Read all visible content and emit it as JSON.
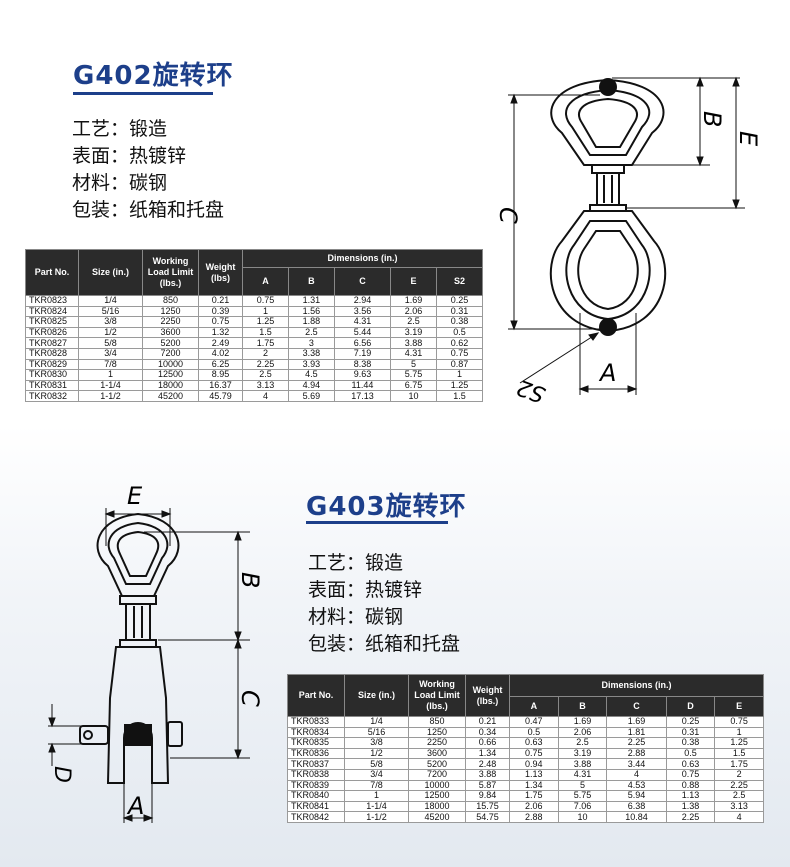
{
  "g402": {
    "title": "G402旋转环",
    "specs": [
      {
        "label": "工艺：",
        "value": "锻造"
      },
      {
        "label": "表面：",
        "value": "热镀锌"
      },
      {
        "label": "材料：",
        "value": "碳钢"
      },
      {
        "label": "包装：",
        "value": "纸箱和托盘"
      }
    ],
    "table": {
      "headers": {
        "part_no": "Part No.",
        "size": "Size (in.)",
        "wll": "Working Load Limit (lbs.)",
        "weight": "Weight (lbs)",
        "dimensions": "Dimensions (in.)",
        "dims": [
          "A",
          "B",
          "C",
          "E",
          "S2"
        ]
      },
      "rows": [
        [
          "TKR0823",
          "1/4",
          "850",
          "0.21",
          "0.75",
          "1.31",
          "2.94",
          "1.69",
          "0.25"
        ],
        [
          "TKR0824",
          "5/16",
          "1250",
          "0.39",
          "1",
          "1.56",
          "3.56",
          "2.06",
          "0.31"
        ],
        [
          "TKR0825",
          "3/8",
          "2250",
          "0.75",
          "1.25",
          "1.88",
          "4.31",
          "2.5",
          "0.38"
        ],
        [
          "TKR0826",
          "1/2",
          "3600",
          "1.32",
          "1.5",
          "2.5",
          "5.44",
          "3.19",
          "0.5"
        ],
        [
          "TKR0827",
          "5/8",
          "5200",
          "2.49",
          "1.75",
          "3",
          "6.56",
          "3.88",
          "0.62"
        ],
        [
          "TKR0828",
          "3/4",
          "7200",
          "4.02",
          "2",
          "3.38",
          "7.19",
          "4.31",
          "0.75"
        ],
        [
          "TKR0829",
          "7/8",
          "10000",
          "6.25",
          "2.25",
          "3.93",
          "8.38",
          "5",
          "0.87"
        ],
        [
          "TKR0830",
          "1",
          "12500",
          "8.95",
          "2.5",
          "4.5",
          "9.63",
          "5.75",
          "1"
        ],
        [
          "TKR0831",
          "1-1/4",
          "18000",
          "16.37",
          "3.13",
          "4.94",
          "11.44",
          "6.75",
          "1.25"
        ],
        [
          "TKR0832",
          "1-1/2",
          "45200",
          "45.79",
          "4",
          "5.69",
          "17.13",
          "10",
          "1.5"
        ]
      ]
    },
    "diagram_labels": {
      "B": "B",
      "E": "E",
      "C": "C",
      "S2": "S2",
      "A": "A"
    }
  },
  "g403": {
    "title": "G403旋转环",
    "specs": [
      {
        "label": "工艺：",
        "value": "锻造"
      },
      {
        "label": "表面：",
        "value": "热镀锌"
      },
      {
        "label": "材料：",
        "value": "碳钢"
      },
      {
        "label": "包装：",
        "value": "纸箱和托盘"
      }
    ],
    "table": {
      "headers": {
        "part_no": "Part No.",
        "size": "Size (in.)",
        "wll": "Working Load Limit (lbs.)",
        "weight": "Weight (lbs.)",
        "dimensions": "Dimensions (in.)",
        "dims": [
          "A",
          "B",
          "C",
          "D",
          "E"
        ]
      },
      "rows": [
        [
          "TKR0833",
          "1/4",
          "850",
          "0.21",
          "0.47",
          "1.69",
          "1.69",
          "0.25",
          "0.75"
        ],
        [
          "TKR0834",
          "5/16",
          "1250",
          "0.34",
          "0.5",
          "2.06",
          "1.81",
          "0.31",
          "1"
        ],
        [
          "TKR0835",
          "3/8",
          "2250",
          "0.66",
          "0.63",
          "2.5",
          "2.25",
          "0.38",
          "1.25"
        ],
        [
          "TKR0836",
          "1/2",
          "3600",
          "1.34",
          "0.75",
          "3.19",
          "2.88",
          "0.5",
          "1.5"
        ],
        [
          "TKR0837",
          "5/8",
          "5200",
          "2.48",
          "0.94",
          "3.88",
          "3.44",
          "0.63",
          "1.75"
        ],
        [
          "TKR0838",
          "3/4",
          "7200",
          "3.88",
          "1.13",
          "4.31",
          "4",
          "0.75",
          "2"
        ],
        [
          "TKR0839",
          "7/8",
          "10000",
          "5.87",
          "1.34",
          "5",
          "4.53",
          "0.88",
          "2.25"
        ],
        [
          "TKR0840",
          "1",
          "12500",
          "9.84",
          "1.75",
          "5.75",
          "5.94",
          "1.13",
          "2.5"
        ],
        [
          "TKR0841",
          "1-1/4",
          "18000",
          "15.75",
          "2.06",
          "7.06",
          "6.38",
          "1.38",
          "3.13"
        ],
        [
          "TKR0842",
          "1-1/2",
          "45200",
          "54.75",
          "2.88",
          "10",
          "10.84",
          "2.25",
          "4"
        ]
      ]
    },
    "diagram_labels": {
      "E": "E",
      "B": "B",
      "C": "C",
      "D": "D",
      "A": "A"
    }
  }
}
